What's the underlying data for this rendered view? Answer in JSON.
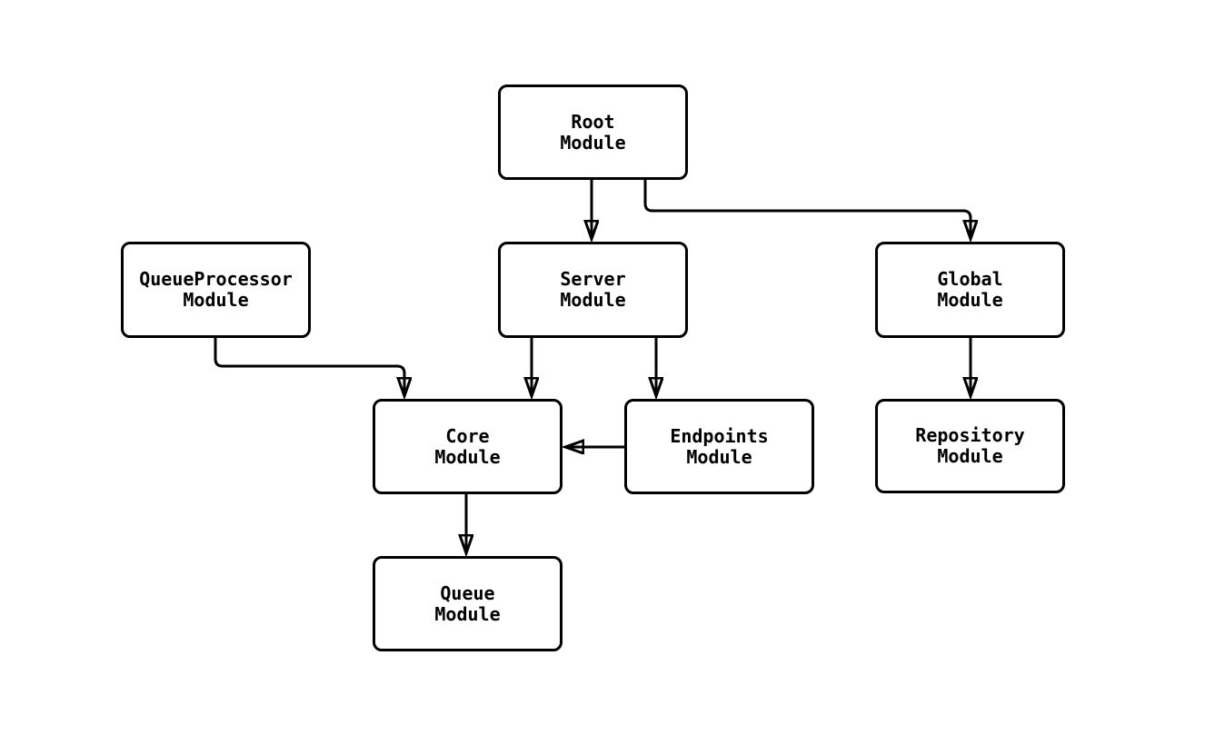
{
  "diagram": {
    "type": "flowchart",
    "background_color": "#ffffff",
    "node_fill_color": "#ffffff",
    "node_border_color": "#000000",
    "text_color": "#000000",
    "edge_color": "#000000",
    "nodes": {
      "root": {
        "label": "Root\nModule"
      },
      "queueprocessor": {
        "label": "QueueProcessor\nModule"
      },
      "server": {
        "label": "Server\nModule"
      },
      "global": {
        "label": "Global\nModule"
      },
      "core": {
        "label": "Core\nModule"
      },
      "endpoints": {
        "label": "Endpoints\nModule"
      },
      "repository": {
        "label": "Repository\nModule"
      },
      "queue": {
        "label": "Queue\nModule"
      }
    },
    "edges": [
      {
        "from": "root",
        "to": "server"
      },
      {
        "from": "root",
        "to": "global"
      },
      {
        "from": "queueprocessor",
        "to": "core"
      },
      {
        "from": "server",
        "to": "core"
      },
      {
        "from": "server",
        "to": "endpoints"
      },
      {
        "from": "endpoints",
        "to": "core"
      },
      {
        "from": "global",
        "to": "repository"
      },
      {
        "from": "core",
        "to": "queue"
      }
    ]
  }
}
